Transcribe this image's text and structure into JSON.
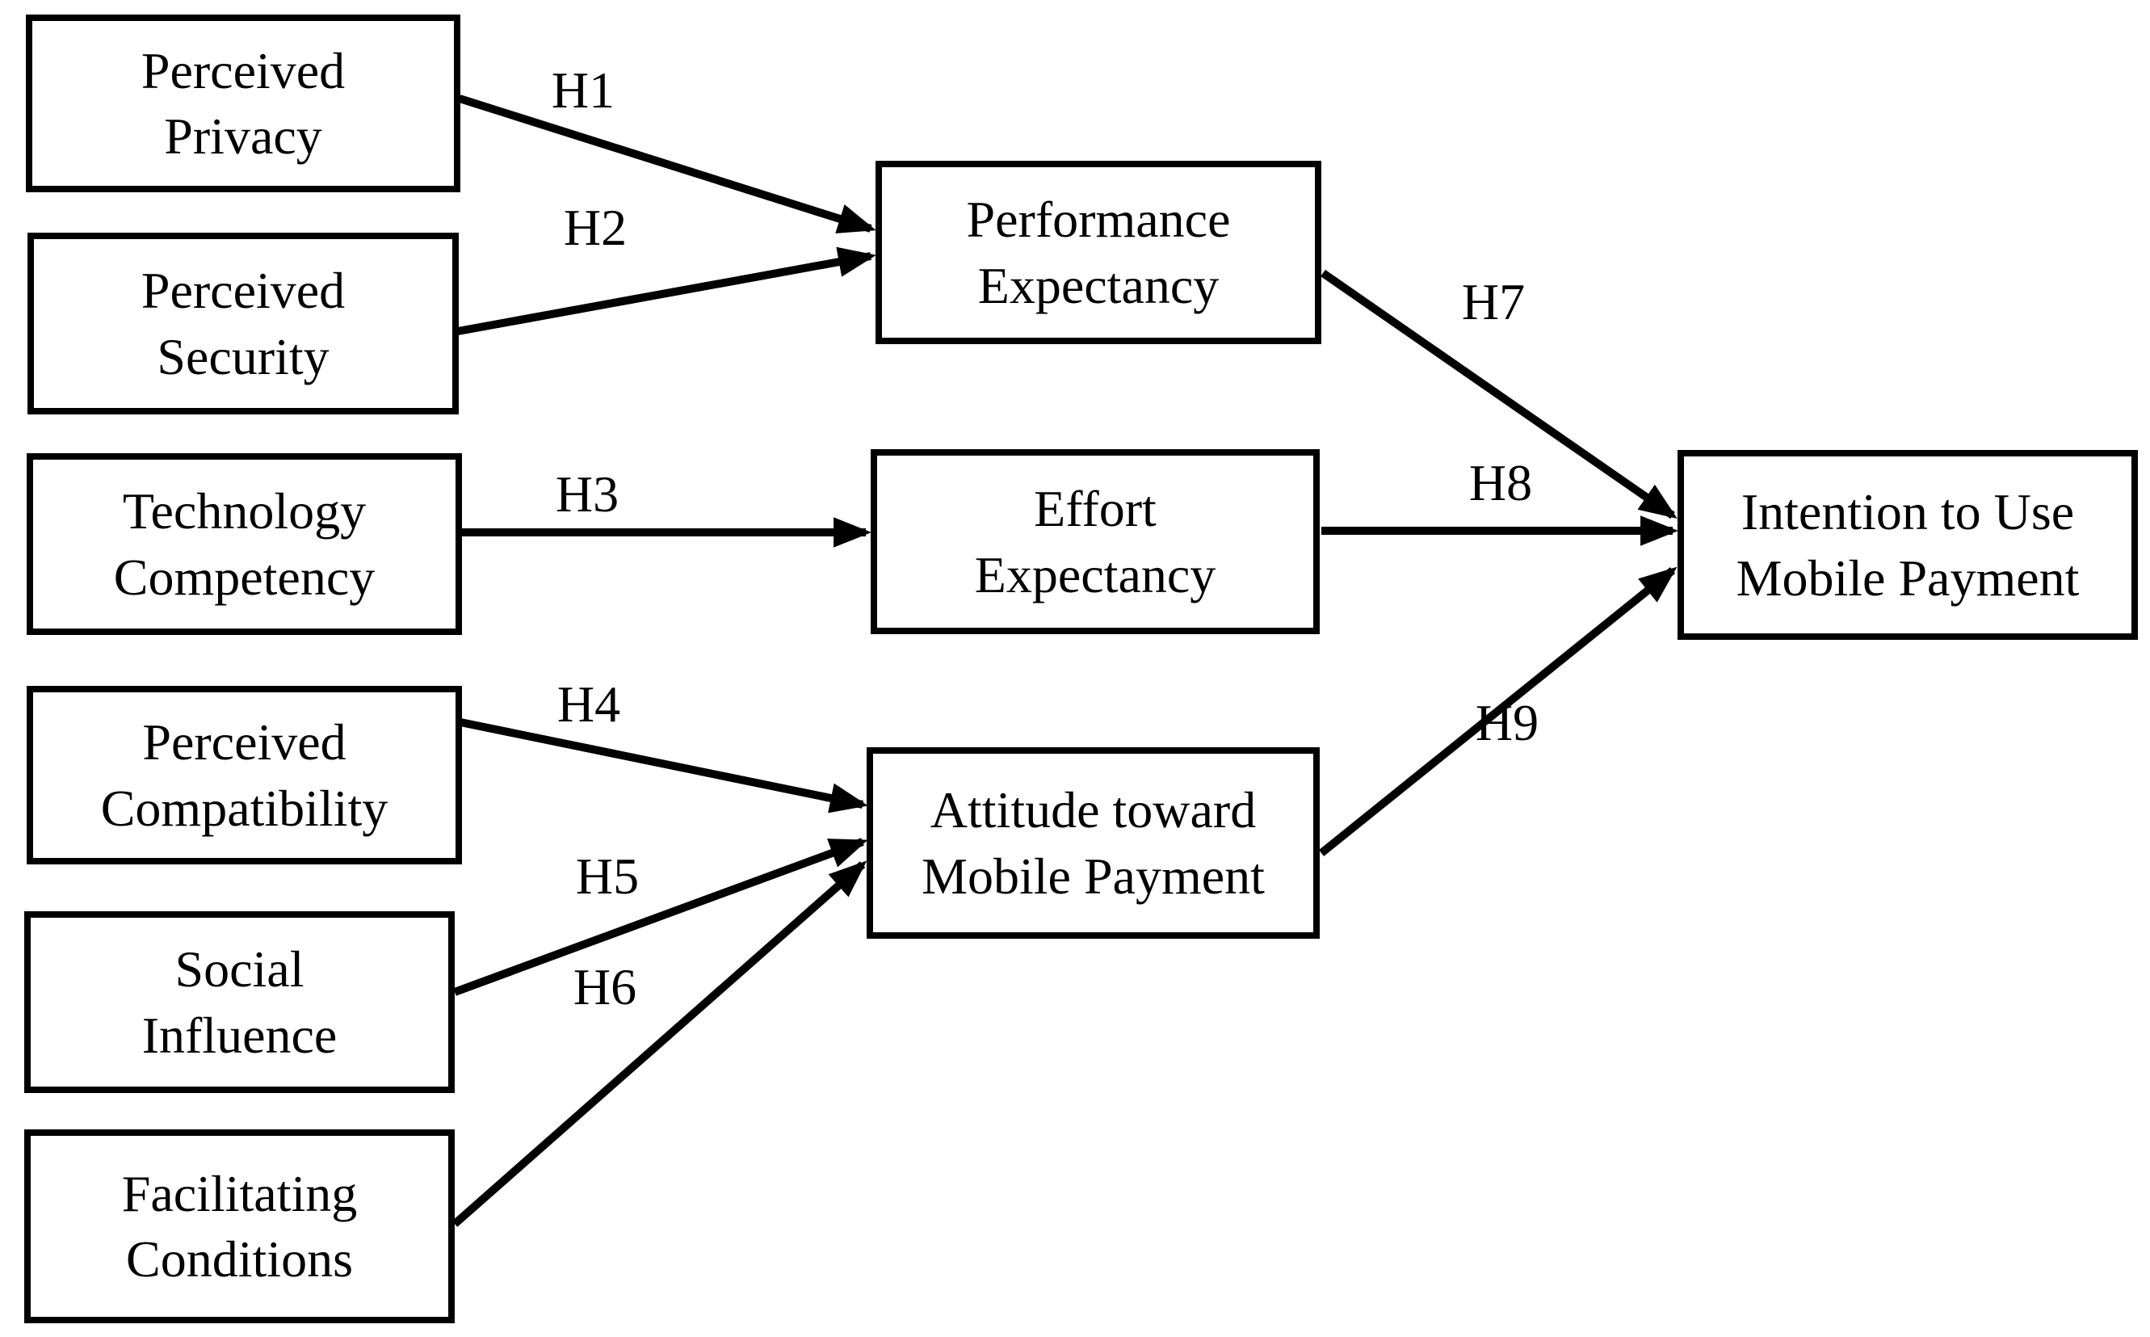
{
  "figure": {
    "type": "path-diagram",
    "background": "#ffffff",
    "stroke_color": "#000000",
    "text_color": "#000000"
  },
  "nodes": {
    "perceived_privacy": {
      "label": "Perceived\nPrivacy"
    },
    "perceived_security": {
      "label": "Perceived\nSecurity"
    },
    "technology_competency": {
      "label": "Technology\nCompetency"
    },
    "perceived_compatibility": {
      "label": "Perceived\nCompatibility"
    },
    "social_influence": {
      "label": "Social\nInfluence"
    },
    "facilitating_conditions": {
      "label": "Facilitating\nConditions"
    },
    "performance_expectancy": {
      "label": "Performance\nExpectancy"
    },
    "effort_expectancy": {
      "label": "Effort\nExpectancy"
    },
    "attitude_toward_mobile_payment": {
      "label": "Attitude toward\nMobile Payment"
    },
    "intention_to_use_mobile_payment": {
      "label": "Intention to Use\nMobile Payment"
    }
  },
  "edges": [
    {
      "label": "H1",
      "from": "Perceived Privacy",
      "to": "Performance Expectancy"
    },
    {
      "label": "H2",
      "from": "Perceived Security",
      "to": "Performance Expectancy"
    },
    {
      "label": "H3",
      "from": "Technology Competency",
      "to": "Effort Expectancy"
    },
    {
      "label": "H4",
      "from": "Perceived Compatibility",
      "to": "Attitude toward Mobile Payment"
    },
    {
      "label": "H5",
      "from": "Social Influence",
      "to": "Attitude toward Mobile Payment"
    },
    {
      "label": "H6",
      "from": "Facilitating Conditions",
      "to": "Attitude toward Mobile Payment"
    },
    {
      "label": "H7",
      "from": "Performance Expectancy",
      "to": "Intention to Use Mobile Payment"
    },
    {
      "label": "H8",
      "from": "Effort Expectancy",
      "to": "Intention to Use Mobile Payment"
    },
    {
      "label": "H9",
      "from": "Attitude toward Mobile Payment",
      "to": "Intention to Use Mobile Payment"
    }
  ]
}
